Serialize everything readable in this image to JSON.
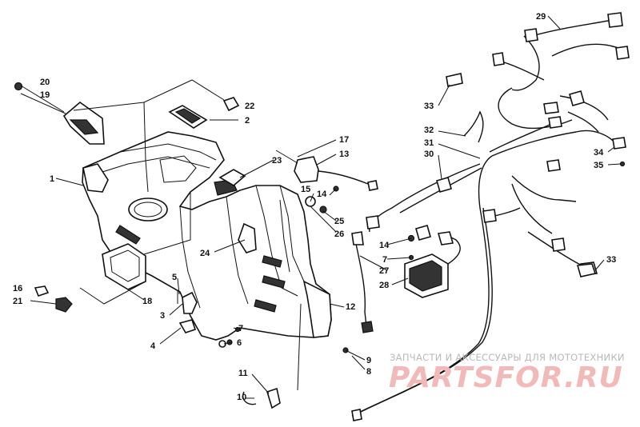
{
  "watermark": {
    "tagline": "ЗАПЧАСТИ И АКСЕССУАРЫ ДЛЯ МОТОТЕХНИКИ",
    "logo_text": "PARTSFOR.RU"
  },
  "callouts": [
    "1",
    "2",
    "3",
    "4",
    "5",
    "6",
    "7",
    "8",
    "9",
    "10",
    "11",
    "12",
    "13",
    "14",
    "15",
    "16",
    "17",
    "18",
    "19",
    "20",
    "21",
    "22",
    "23",
    "24",
    "25",
    "26",
    "27",
    "28",
    "29",
    "30",
    "31",
    "32",
    "33",
    "34",
    "35"
  ],
  "callout_14_b": "14",
  "callout_7_b": "7",
  "callout_33_b": "33"
}
